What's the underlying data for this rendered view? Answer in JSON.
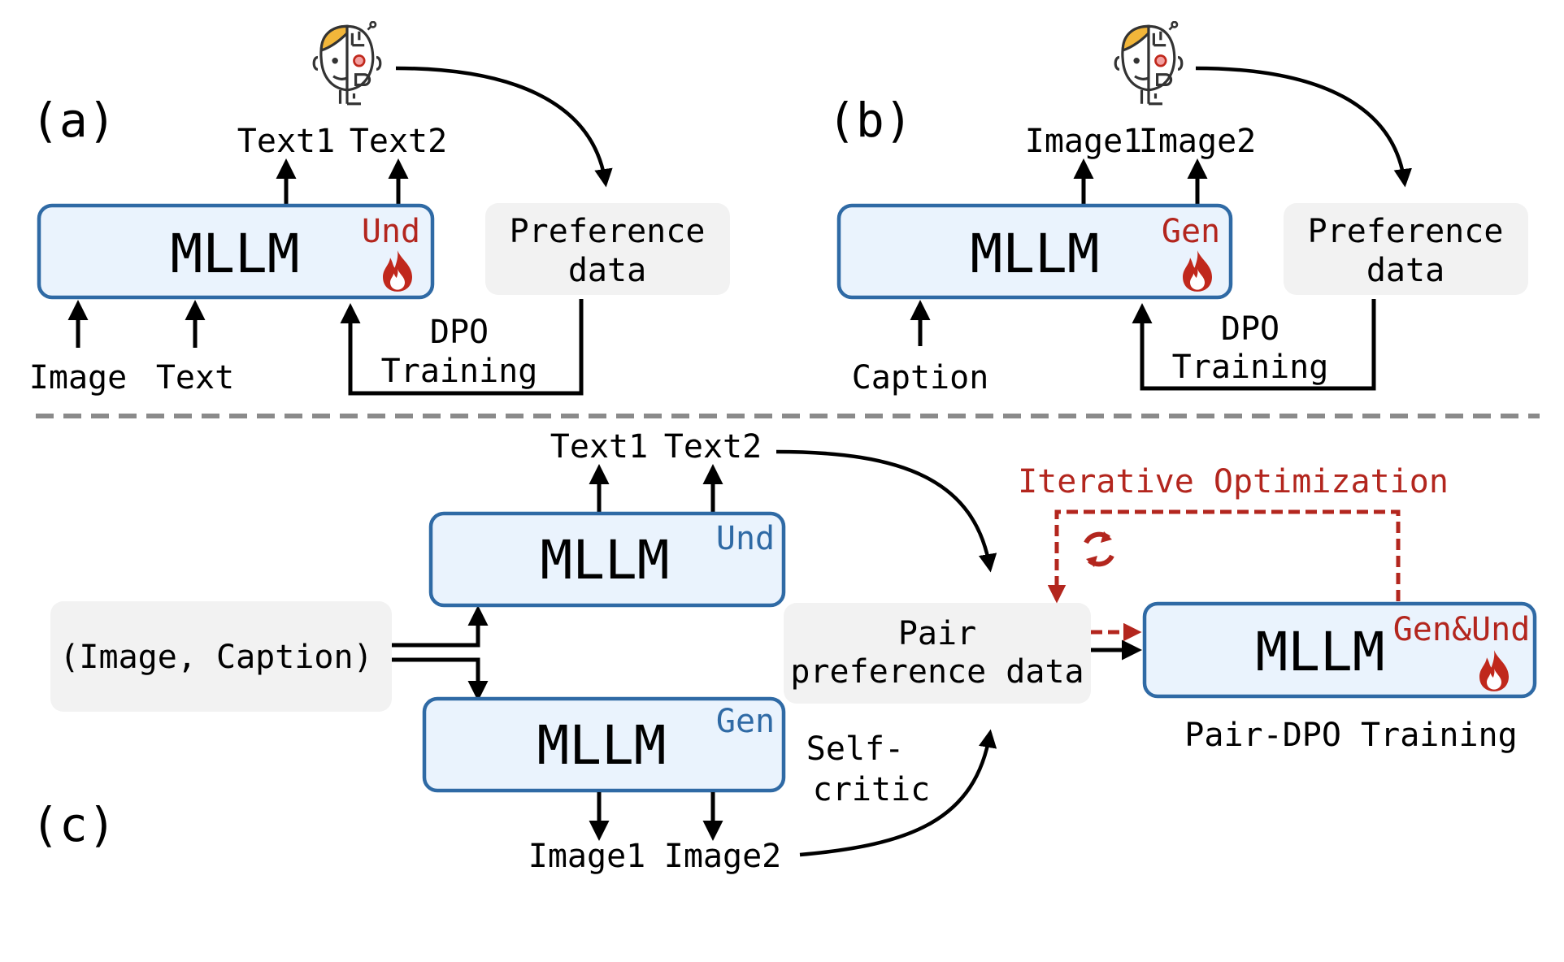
{
  "colors": {
    "box_fill": "#eaf3fd",
    "box_stroke": "#2f6aa5",
    "data_fill": "#f2f2f2",
    "arrow": "#000000",
    "red": "#b3261e",
    "blue_tag": "#2f6aa5",
    "dashed_divider": "#8a8a8a"
  },
  "icons": [
    "robot-human-face-icon",
    "flame-icon",
    "refresh-cycle-icon"
  ],
  "panel_a": {
    "label": "(a)",
    "model": "MLLM",
    "tag": "Und",
    "outputs": [
      "Text1",
      "Text2"
    ],
    "inputs": [
      "Image",
      "Text"
    ],
    "data_box": [
      "Preference",
      "data"
    ],
    "loop": [
      "DPO",
      "Training"
    ]
  },
  "panel_b": {
    "label": "(b)",
    "model": "MLLM",
    "tag": "Gen",
    "outputs": [
      "Image1",
      "Image2"
    ],
    "inputs": [
      "Caption"
    ],
    "data_box": [
      "Preference",
      "data"
    ],
    "loop": [
      "DPO",
      "Training"
    ]
  },
  "panel_c": {
    "label": "(c)",
    "input_box": "(Image, Caption)",
    "und_model": {
      "name": "MLLM",
      "tag": "Und",
      "outputs": [
        "Text1",
        "Text2"
      ]
    },
    "gen_model": {
      "name": "MLLM",
      "tag": "Gen",
      "outputs": [
        "Image1",
        "Image2"
      ]
    },
    "critic": [
      "Self-",
      "critic"
    ],
    "pair_box": [
      "Pair",
      "preference data"
    ],
    "final_model": {
      "name": "MLLM",
      "tag": "Gen&Und"
    },
    "final_caption": "Pair-DPO Training",
    "iterative": "Iterative Optimization"
  }
}
